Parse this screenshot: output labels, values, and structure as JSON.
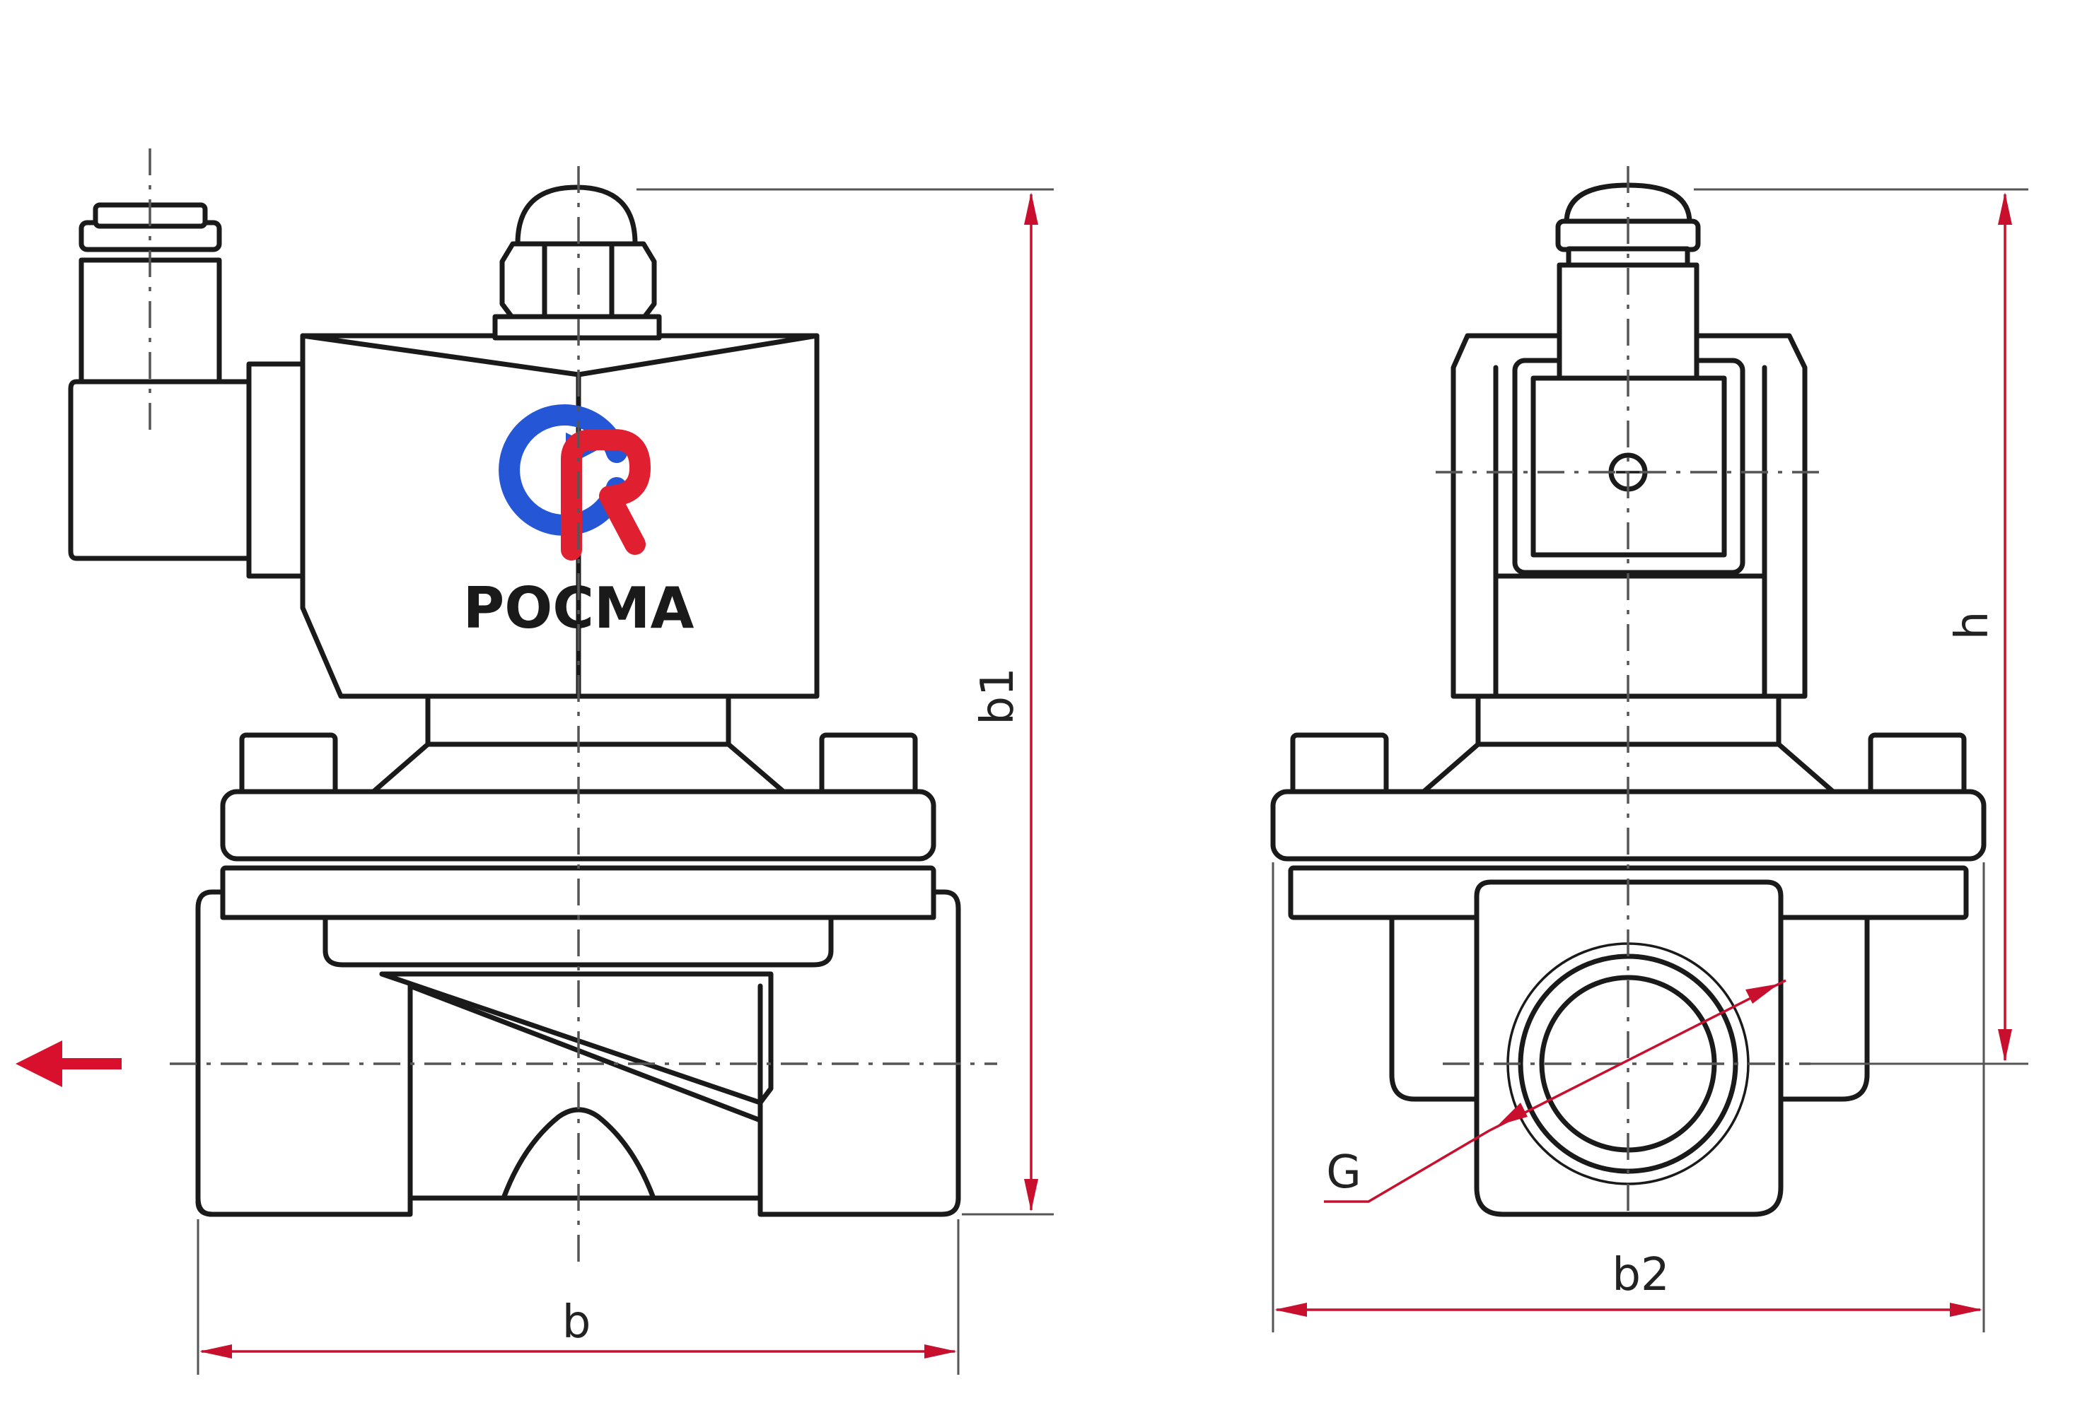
{
  "logo": {
    "text": "РОСМА",
    "blue": "#2456d6",
    "red": "#e02030",
    "dark": "#1a1a1a"
  },
  "dimensions": {
    "b": "b",
    "b1": "b1",
    "b2": "b2",
    "h": "h",
    "G": "G"
  },
  "colors": {
    "dimension": "#c8102e",
    "outline": "#1a1a1a",
    "centerline": "#555555",
    "flow_arrow": "#d8102e"
  },
  "icons": {
    "flow": "arrow-left-icon"
  }
}
